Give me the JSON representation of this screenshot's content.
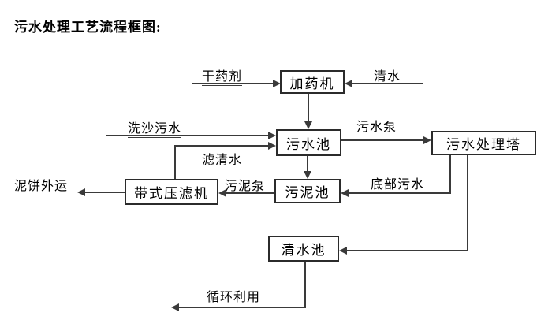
{
  "title": "污水处理工艺流程框图:",
  "colors": {
    "background": "#ffffff",
    "line": "#3a3a3a",
    "box_border": "#2b2b2b",
    "text": "#000000"
  },
  "boxes": {
    "dosing_machine": "加药机",
    "sewage_pool": "污水池",
    "sewage_treatment_tower": "污水处理塔",
    "sludge_pool": "污泥池",
    "belt_filter_press": "带式压滤机",
    "clean_water_pool": "清水池"
  },
  "labels": {
    "dry_chemical": "干药剂",
    "clean_water": "清水",
    "sand_washing_sewage": "洗沙污水",
    "filtered_water": "滤清水",
    "sewage_pump": "污水泵",
    "sludge_pump": "污泥泵",
    "bottom_sewage": "底部污水",
    "mud_cake_out": "泥饼外运",
    "recycle_use": "循环利用"
  },
  "edges": [
    {
      "from": "dry_chemical_input",
      "to": "dosing_machine",
      "label": "干药剂"
    },
    {
      "from": "clean_water_input",
      "to": "dosing_machine",
      "label": "清水"
    },
    {
      "from": "dosing_machine",
      "to": "sewage_pool",
      "label": ""
    },
    {
      "from": "sand_washing_input",
      "to": "sewage_pool",
      "label": "洗沙污水"
    },
    {
      "from": "belt_filter_press",
      "to": "sewage_pool",
      "label": "滤清水"
    },
    {
      "from": "sewage_pool",
      "to": "sewage_treatment_tower",
      "label": "污水泵"
    },
    {
      "from": "sewage_pool",
      "to": "sludge_pool",
      "label": ""
    },
    {
      "from": "sewage_treatment_tower",
      "to": "sludge_pool",
      "label": "底部污水"
    },
    {
      "from": "sludge_pool",
      "to": "belt_filter_press",
      "label": "污泥泵"
    },
    {
      "from": "belt_filter_press",
      "to": "mud_cake_out",
      "label": "泥饼外运"
    },
    {
      "from": "sewage_treatment_tower",
      "to": "clean_water_pool",
      "label": ""
    },
    {
      "from": "clean_water_pool",
      "to": "recycle_out",
      "label": "循环利用"
    }
  ]
}
